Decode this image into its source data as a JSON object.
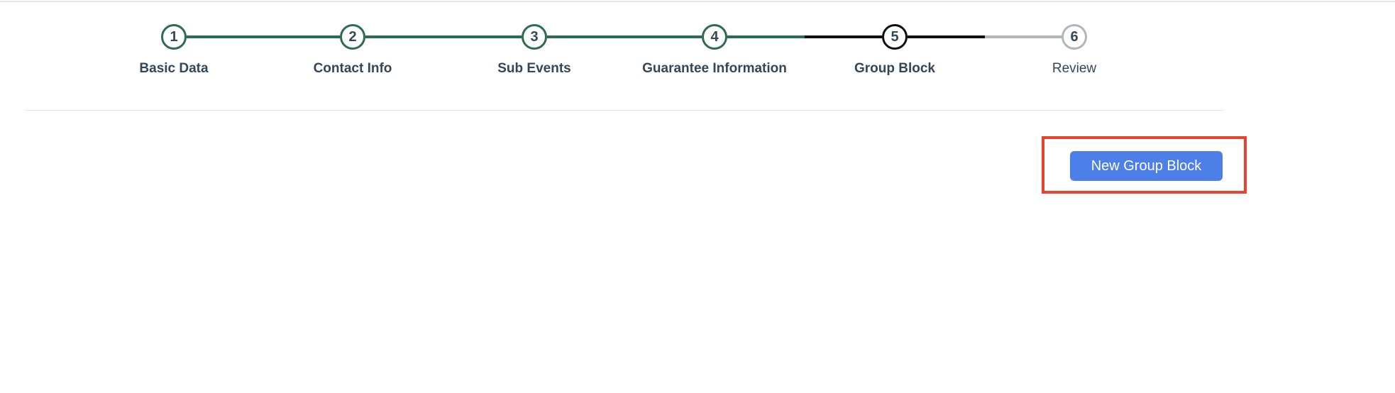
{
  "stepper": {
    "steps": [
      {
        "number": "1",
        "label": "Basic Data",
        "state": "completed"
      },
      {
        "number": "2",
        "label": "Contact Info",
        "state": "completed"
      },
      {
        "number": "3",
        "label": "Sub Events",
        "state": "completed"
      },
      {
        "number": "4",
        "label": "Guarantee Information",
        "state": "completed"
      },
      {
        "number": "5",
        "label": "Group Block",
        "state": "active"
      },
      {
        "number": "6",
        "label": "Review",
        "state": "upcoming"
      }
    ]
  },
  "toolbar": {
    "new_group_block_label": "New Group Block"
  },
  "annotation": {
    "type": "highlight-box",
    "target": "new-group-block-button"
  },
  "colors": {
    "completed": "#2e6b51",
    "active": "#0f0f0f",
    "upcoming": "#b1b5bc",
    "label_text": "#33475b",
    "button_bg": "#4c80e8",
    "button_text": "#ffffff",
    "annotation": "#e8432c",
    "divider": "#e4e4e4",
    "top_border": "#e8e8e8"
  }
}
